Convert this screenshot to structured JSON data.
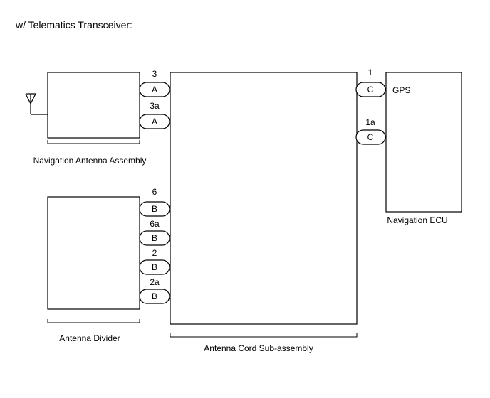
{
  "header": "w/ Telematics Transceiver:",
  "components": {
    "antenna_assembly": "Navigation Antenna Assembly",
    "antenna_divider": "Antenna Divider",
    "cord": "Antenna Cord Sub-assembly",
    "ecu": "Navigation ECU"
  },
  "terminals": {
    "gps": "GPS"
  },
  "connectors": [
    {
      "pin": "3",
      "letter": "A"
    },
    {
      "pin": "3a",
      "letter": "A"
    },
    {
      "pin": "6",
      "letter": "B"
    },
    {
      "pin": "6a",
      "letter": "B"
    },
    {
      "pin": "2",
      "letter": "B"
    },
    {
      "pin": "2a",
      "letter": "B"
    },
    {
      "pin": "1",
      "letter": "C"
    },
    {
      "pin": "1a",
      "letter": "C"
    }
  ],
  "icons": {
    "antenna": "antenna-icon"
  }
}
